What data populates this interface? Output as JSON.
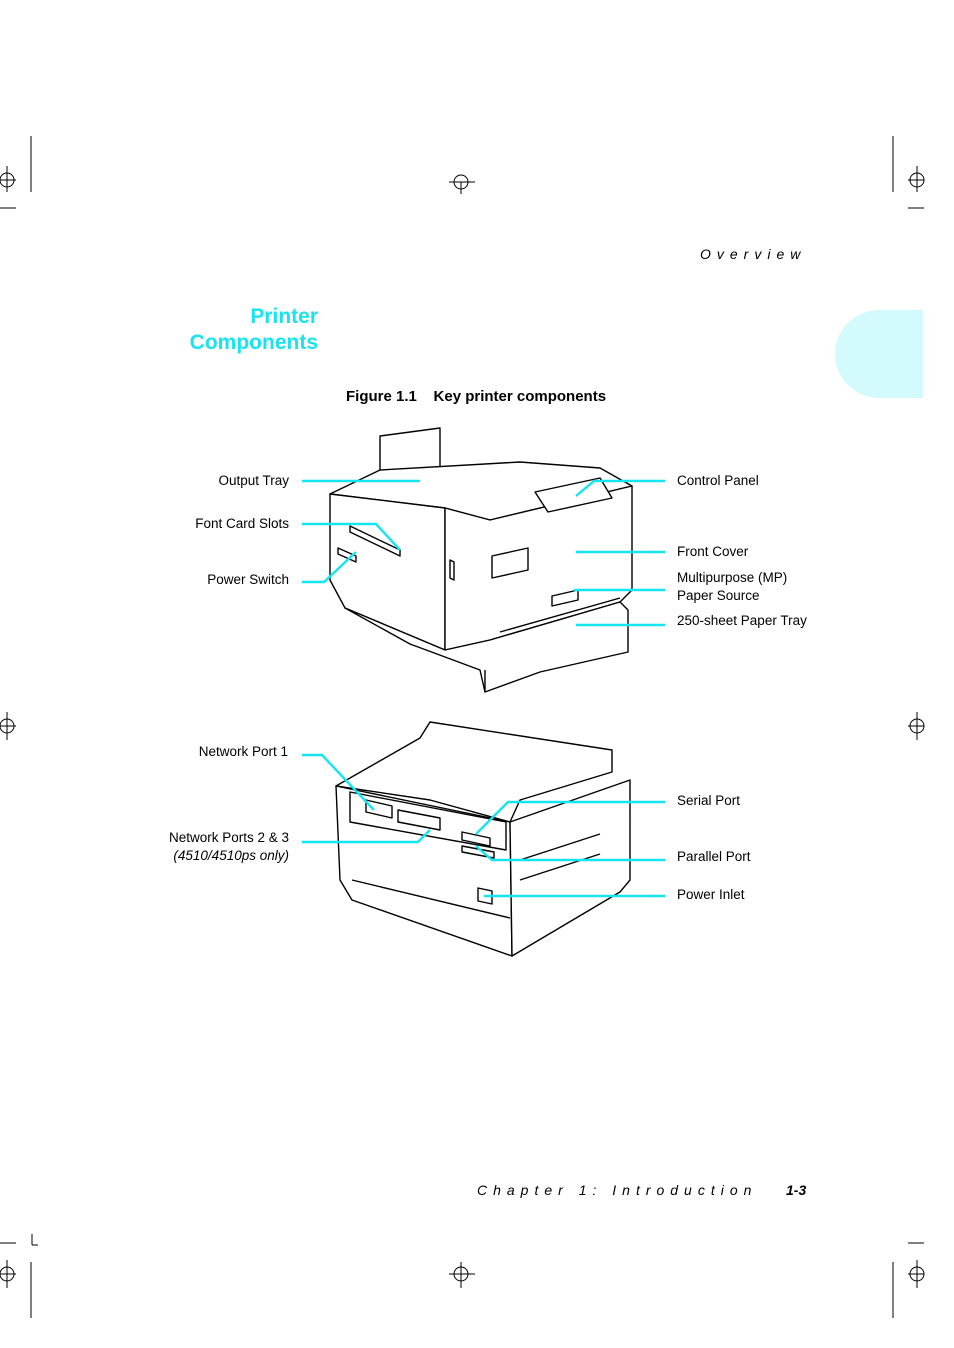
{
  "header": {
    "section": "Overview"
  },
  "section_title": {
    "line1": "Printer",
    "line2": "Components"
  },
  "figure": {
    "number": "Figure 1.1",
    "title": "Key printer components"
  },
  "callouts_front": {
    "output_tray": "Output Tray",
    "font_card_slots": "Font Card Slots",
    "power_switch": "Power Switch",
    "control_panel": "Control Panel",
    "front_cover": "Front Cover",
    "mp_source_line1": "Multipurpose (MP)",
    "mp_source_line2": "Paper Source",
    "paper_tray": "250-sheet Paper Tray"
  },
  "callouts_back": {
    "network_port_1": "Network Port 1",
    "network_ports_23": "Network Ports 2 & 3",
    "network_ports_23_note": "(4510/4510ps only)",
    "serial_port": "Serial Port",
    "parallel_port": "Parallel Port",
    "power_inlet": "Power Inlet"
  },
  "footer": {
    "chapter": "Chapter 1: Introduction",
    "page": "1-3"
  },
  "colors": {
    "accent": "#16e4f0",
    "tab": "#d3fbfd"
  }
}
